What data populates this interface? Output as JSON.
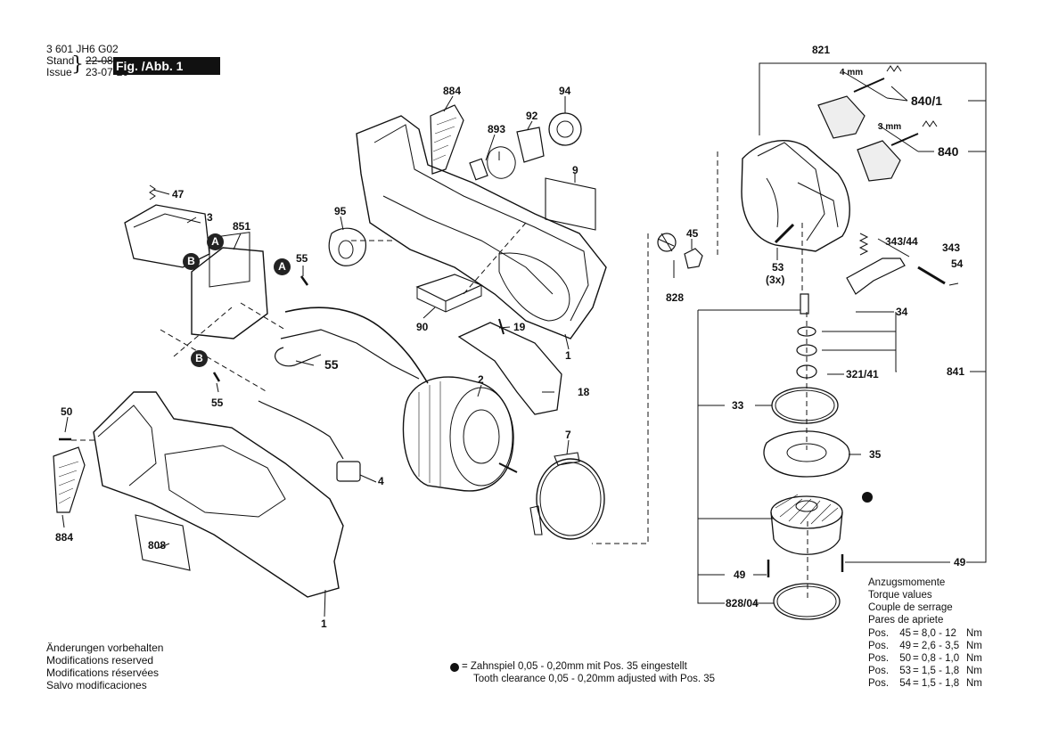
{
  "header": {
    "doc_number": "3 601 JH6 G02",
    "stand_label": "Stand",
    "issue_label": "Issue",
    "stand_date_old": "22-08",
    "issue_date": "23-07-20",
    "figure_title": "Fig. /Abb. 1"
  },
  "parts": {
    "p821": "821",
    "p840_1": "840/1",
    "p840": "840",
    "dim_4mm": "4 mm",
    "dim_3mm": "3 mm",
    "p884_top": "884",
    "p94": "94",
    "p92": "92",
    "p893": "893",
    "p9": "9",
    "p47": "47",
    "p3": "3",
    "p851": "851",
    "p95": "95",
    "p55_a": "55",
    "p55_b": "55",
    "p55_c": "55",
    "p90": "90",
    "p19": "19",
    "p1_top": "1",
    "p18": "18",
    "p2": "2",
    "p4": "4",
    "p7": "7",
    "p50": "50",
    "p884_bottom": "884",
    "p808": "808",
    "p1_bottom": "1",
    "p45": "45",
    "p828": "828",
    "p53": "53",
    "p53_qty": "(3x)",
    "p343_44": "343/44",
    "p343": "343",
    "p54": "54",
    "p34": "34",
    "p321_41": "321/41",
    "p841": "841",
    "p33": "33",
    "p35": "35",
    "p49_left": "49",
    "p49_right": "49",
    "p828_04": "828/04"
  },
  "markers": {
    "a1": "A",
    "a2": "A",
    "b1": "B",
    "b2": "B"
  },
  "torque": {
    "title_de": "Anzugsmomente",
    "title_en": "Torque values",
    "title_fr": "Couple de serrage",
    "title_es": "Pares de apriete",
    "rows": [
      {
        "pos": "Pos.",
        "item": "45",
        "value": "= 8,0 - 12",
        "unit": "Nm"
      },
      {
        "pos": "Pos.",
        "item": "49",
        "value": "= 2,6 - 3,5",
        "unit": "Nm"
      },
      {
        "pos": "Pos.",
        "item": "50",
        "value": "= 0,8 - 1,0",
        "unit": "Nm"
      },
      {
        "pos": "Pos.",
        "item": "53",
        "value": "= 1,5 - 1,8",
        "unit": "Nm"
      },
      {
        "pos": "Pos.",
        "item": "54",
        "value": "= 1,5 - 1,8",
        "unit": "Nm"
      }
    ]
  },
  "notes": {
    "mod_de": "Änderungen vorbehalten",
    "mod_en": "Modifications reserved",
    "mod_fr": "Modifications réservées",
    "mod_es": "Salvo modificaciones",
    "clearance_de": "= Zahnspiel 0,05 - 0,20mm mit Pos. 35 eingestellt",
    "clearance_en": "Tooth clearance 0,05 - 0,20mm adjusted with Pos. 35"
  }
}
